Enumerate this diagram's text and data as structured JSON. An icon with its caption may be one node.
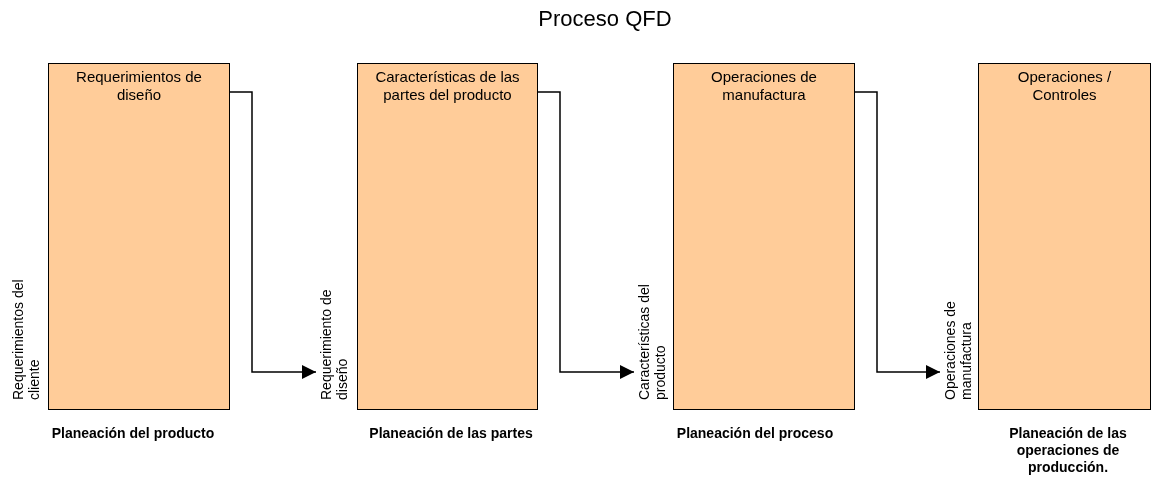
{
  "diagram": {
    "title": "Proceso QFD",
    "nodes": [
      {
        "text": [
          "Requerimientos de diseño",
          "Requerimientos del cliente"
        ],
        "beside": [
          "Planeación del producto"
        ]
      },
      {
        "text": [
          "Características de las partes del producto",
          "Requerimiento de diseño"
        ],
        "beside": [
          "Planeación de las partes"
        ]
      },
      {
        "text": [
          "Operaciones de manufactura",
          "Características del producto"
        ],
        "beside": [
          "Planeación del proceso"
        ]
      },
      {
        "text": [
          "Operaciones / Controles",
          "Operaciones de manufactura"
        ],
        "beside": [
          "Planeación de las operaciones de producción."
        ]
      }
    ],
    "edges": [
      {
        "from": 0,
        "to": 1,
        "arrow": "to"
      },
      {
        "from": 1,
        "to": 2,
        "arrow": "to"
      },
      {
        "from": 2,
        "to": 3,
        "arrow": "to"
      }
    ]
  }
}
